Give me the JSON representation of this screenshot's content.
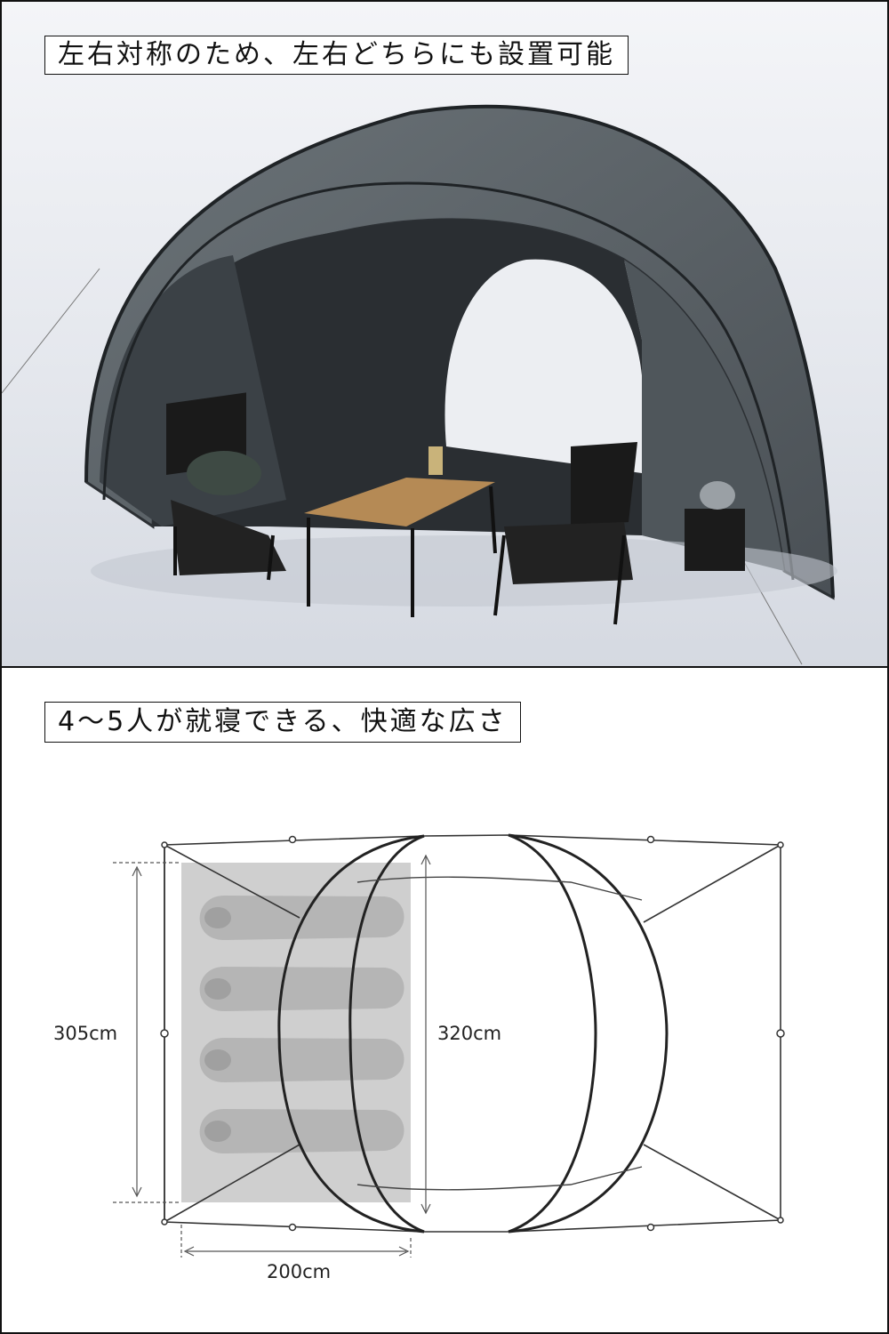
{
  "top": {
    "caption": "左右対称のため、左右どちらにも設置可能"
  },
  "bottom": {
    "caption": "4〜5人が就寝できる、快適な広さ",
    "dimensions": {
      "depth": "305cm",
      "width": "320cm",
      "inner_width": "200cm"
    }
  },
  "colors": {
    "tent_fabric": "#5d6468",
    "tent_dark": "#2a2e32",
    "background": "#e4e7ec",
    "sleeping_area": "#cfcfcf"
  }
}
